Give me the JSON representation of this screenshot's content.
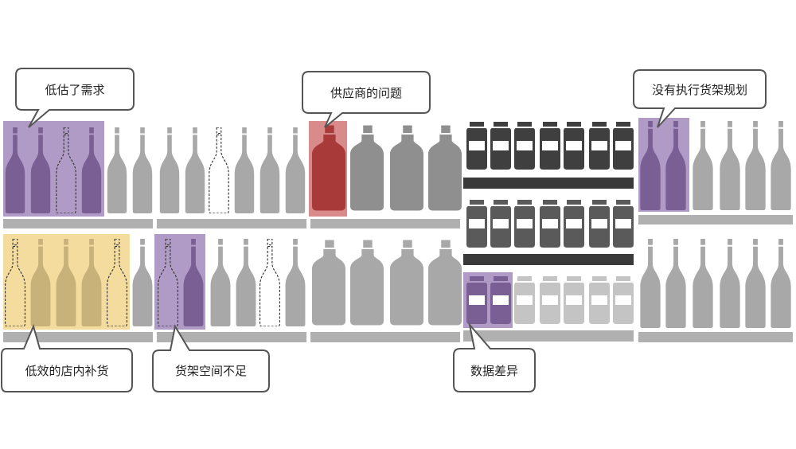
{
  "callouts": {
    "underestimated_demand": "低估了需求",
    "supplier_issue": "供应商的问题",
    "no_planogram_execution": "没有执行货架规划",
    "inefficient_restocking": "低效的店内补货",
    "insufficient_shelf_space": "货架空间不足",
    "data_discrepancy": "数据差异"
  },
  "colors": {
    "product_gray": "#a8a8a8",
    "shelf_gray": "#b0b0b0",
    "jar_dark": "#3f3f3f",
    "jug_gray": "#8f8f8f",
    "purple_highlight": "#b09bc6",
    "purple_product": "#7a5f94",
    "yellow_highlight": "#f3dc9e",
    "yellow_product": "#c9b27a",
    "red_highlight": "#d98a8a",
    "red_product": "#a83a3a",
    "callout_border": "#555555"
  },
  "icons": [
    "bottle-icon",
    "empty-slot-icon",
    "jug-icon",
    "jar-icon",
    "speech-bubble-icon"
  ]
}
